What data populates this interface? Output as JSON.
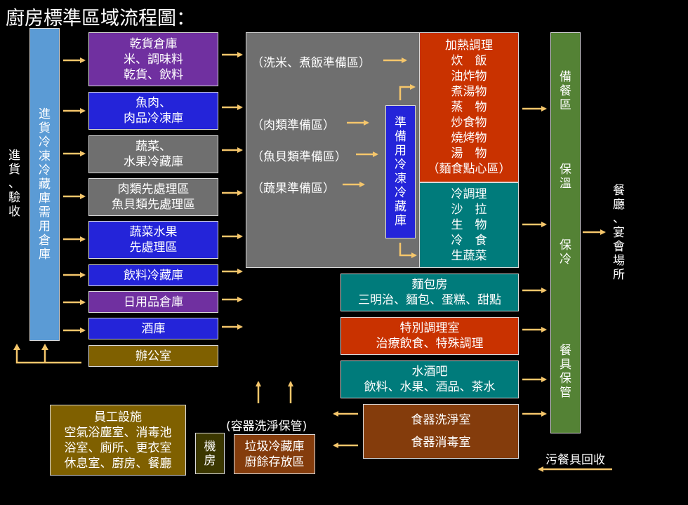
{
  "title": "廚房標準區域流程圖：",
  "receiving": "進貨、驗收",
  "storage_column": "進貨冷凍冷藏庫需用倉庫",
  "storage_boxes": [
    {
      "lines": [
        "乾貨倉庫",
        "米、調味料",
        "乾貨、飲料"
      ],
      "color": "#7030a0"
    },
    {
      "lines": [
        "魚肉、",
        "肉品冷凍庫"
      ],
      "color": "#2424d9"
    },
    {
      "lines": [
        "蔬菜、",
        "水果冷藏庫"
      ],
      "color": "#6f6f6f"
    },
    {
      "lines": [
        "肉類先處理區",
        "魚貝類先處理區"
      ],
      "color": "#6f6f6f"
    },
    {
      "lines": [
        "蔬菜水果",
        "先處理區"
      ],
      "color": "#2424d9"
    },
    {
      "lines": [
        "飲料冷藏庫"
      ],
      "color": "#2424d9"
    },
    {
      "lines": [
        "日用品倉庫"
      ],
      "color": "#7030a0"
    },
    {
      "lines": [
        "酒庫"
      ],
      "color": "#2424d9"
    },
    {
      "lines": [
        "辦公室"
      ],
      "color": "#7f6000"
    }
  ],
  "prep_areas": [
    "（洗米、煮飯準備區）",
    "（肉類準備區）",
    "（魚貝類準備區）",
    "（蔬果準備區）"
  ],
  "prep_cold_storage": "準備用冷凍冷藏庫",
  "hot_cooking": {
    "lines": [
      "加熱調理",
      "炊　飯",
      "油炸物",
      "煮湯物",
      "蒸　物",
      "炒食物",
      "燒烤物",
      "湯　物",
      "（麵食點心區）"
    ]
  },
  "cold_cooking": {
    "lines": [
      "冷調理",
      "沙　拉",
      "生　物",
      "冷　食",
      "生蔬菜"
    ]
  },
  "bakery": {
    "lines": [
      "麵包房",
      "三明治、麵包、蛋糕、甜點"
    ]
  },
  "special_kitchen": {
    "lines": [
      "特別調理室",
      "治療飲食、特殊調理"
    ]
  },
  "water_bar": {
    "lines": [
      "水酒吧",
      "飲料、水果、酒品、茶水"
    ]
  },
  "dish_washing": {
    "lines": [
      "食器洗淨室",
      "食器消毒室"
    ]
  },
  "serving_column": {
    "sections": [
      "備餐區",
      "保溫",
      "保冷",
      "餐具保管"
    ]
  },
  "dining": "餐廳、宴會場所",
  "staff_facilities": {
    "lines": [
      "員工設施",
      "空氣浴塵室、消毒池",
      "浴室、廁所、更衣室",
      "休息室、廚房、餐廳"
    ]
  },
  "machine_room": "機房",
  "container_storage": "(容器洗淨保管)",
  "garbage": {
    "lines": [
      "垃圾冷藏庫",
      "廚餘存放區"
    ]
  },
  "dirty_dish_return": "污餐具回收"
}
